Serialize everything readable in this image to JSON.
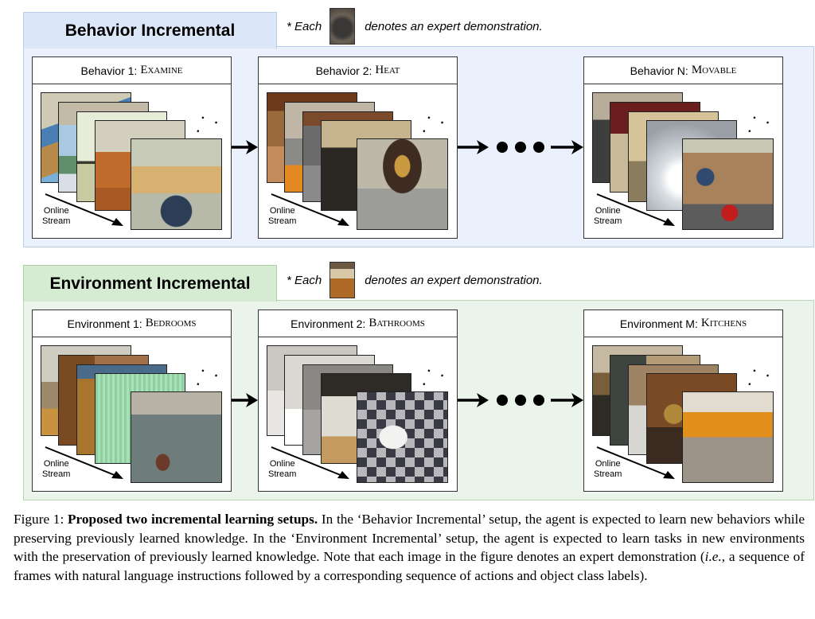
{
  "colors": {
    "behavior_panel_bg": "#eaf1fc",
    "behavior_panel_border": "#b9cbe6",
    "behavior_title_bg": "#dbe7f8",
    "environment_panel_bg": "#ebf4ea",
    "environment_panel_border": "#b7d8b2",
    "environment_title_bg": "#d5ebd2"
  },
  "behavior": {
    "title": "Behavior Incremental",
    "note_prefix": "* Each",
    "note_suffix": "denotes an expert demonstration.",
    "cards": [
      {
        "label": "Behavior 1:",
        "name": "Examine",
        "stream": [
          "Online",
          "Stream"
        ]
      },
      {
        "label": "Behavior 2:",
        "name": "Heat",
        "stream": [
          "Online",
          "Stream"
        ]
      },
      {
        "label": "Behavior N:",
        "name": "Movable",
        "stream": [
          "Online",
          "Stream"
        ]
      }
    ]
  },
  "environment": {
    "title": "Environment Incremental",
    "note_prefix": "* Each",
    "note_suffix": "denotes an expert demonstration.",
    "cards": [
      {
        "label": "Environment 1:",
        "name": "Bedrooms",
        "stream": [
          "Online",
          "Stream"
        ]
      },
      {
        "label": "Environment 2:",
        "name": "Bathrooms",
        "stream": [
          "Online",
          "Stream"
        ]
      },
      {
        "label": "Environment M:",
        "name": "Kitchens",
        "stream": [
          "Online",
          "Stream"
        ]
      }
    ]
  },
  "ellipsis": "• • •",
  "caption": {
    "prefix": "Figure 1: ",
    "bold": "Proposed two incremental learning setups.",
    "text1": " In the ‘Behavior Incremental’ setup, the agent is expected to learn new behaviors while preserving previously learned knowledge. In the ‘Environment Incremental’ setup, the agent is expected to learn tasks in new environments with the preservation of previously learned knowledge. Note that each image in the figure denotes an expert demonstration (",
    "italic": "i.e.",
    "text2": ", a sequence of frames with natural language instructions followed by a corresponding sequence of actions and object class labels)."
  }
}
